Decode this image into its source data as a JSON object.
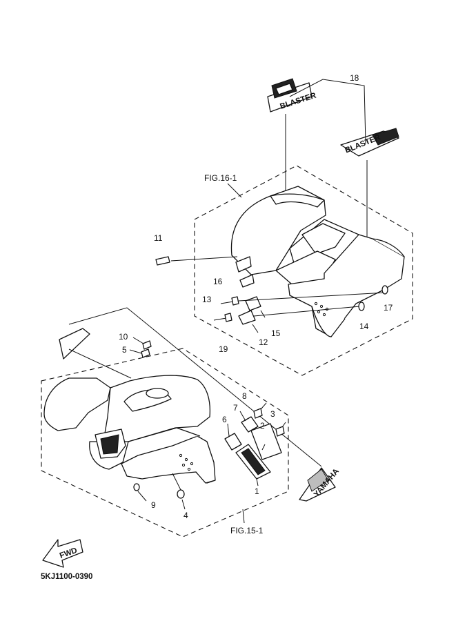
{
  "figure": {
    "code": "5KJ1100-0390",
    "fwd_label": "FWD",
    "fig_rear": "FIG.16-1",
    "fig_front": "FIG.15-1",
    "decal_text": "BLASTER",
    "brand_text": "YAMAHA"
  },
  "callouts": {
    "c1": "1",
    "c2": "2",
    "c3": "3",
    "c4": "4",
    "c5": "5",
    "c6": "6",
    "c7": "7",
    "c8": "8",
    "c9": "9",
    "c10": "10",
    "c11": "11",
    "c12": "12",
    "c13": "13",
    "c14": "14",
    "c15": "15",
    "c16": "16",
    "c17": "17",
    "c18": "18",
    "c19": "19"
  }
}
